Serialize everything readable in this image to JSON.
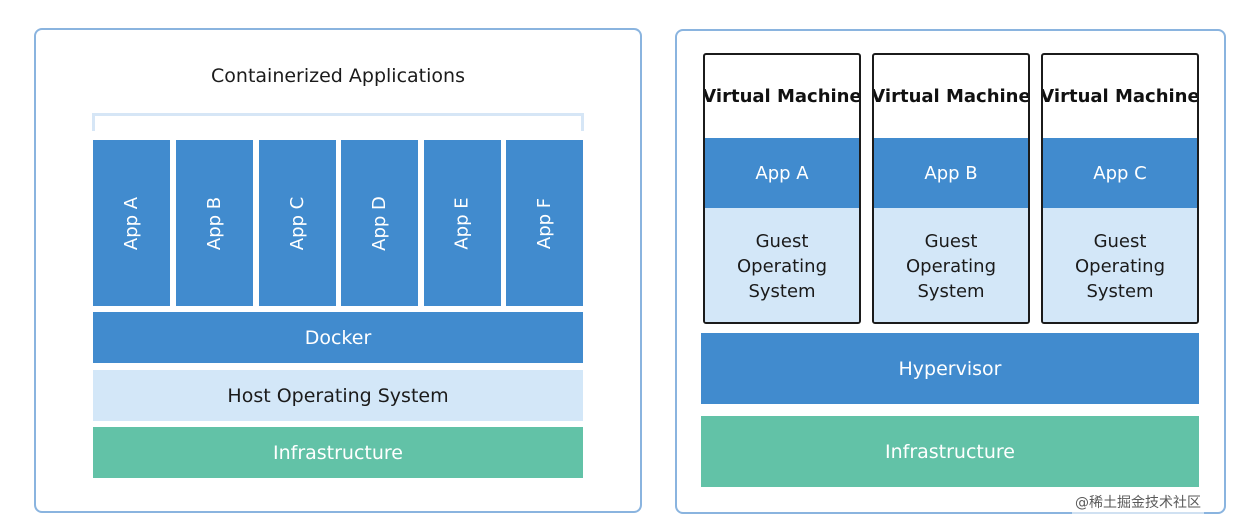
{
  "containers": {
    "title": "Containerized Applications",
    "apps": [
      "App A",
      "App B",
      "App C",
      "App D",
      "App E",
      "App F"
    ],
    "docker": "Docker",
    "host_os": "Host Operating System",
    "infrastructure": "Infrastructure"
  },
  "vms": {
    "machines": [
      {
        "title": "Virtual Machine",
        "app": "App A",
        "os_lines": [
          "Guest",
          "Operating",
          "System"
        ]
      },
      {
        "title": "Virtual Machine",
        "app": "App B",
        "os_lines": [
          "Guest",
          "Operating",
          "System"
        ]
      },
      {
        "title": "Virtual Machine",
        "app": "App C",
        "os_lines": [
          "Guest",
          "Operating",
          "System"
        ]
      }
    ],
    "hypervisor": "Hypervisor",
    "infrastructure": "Infrastructure"
  },
  "watermark": "@稀土掘金技术社区",
  "colors": {
    "border": "#8ab4df",
    "blue": "#418bce",
    "light_blue": "#d3e7f8",
    "green": "#62c2a7"
  }
}
